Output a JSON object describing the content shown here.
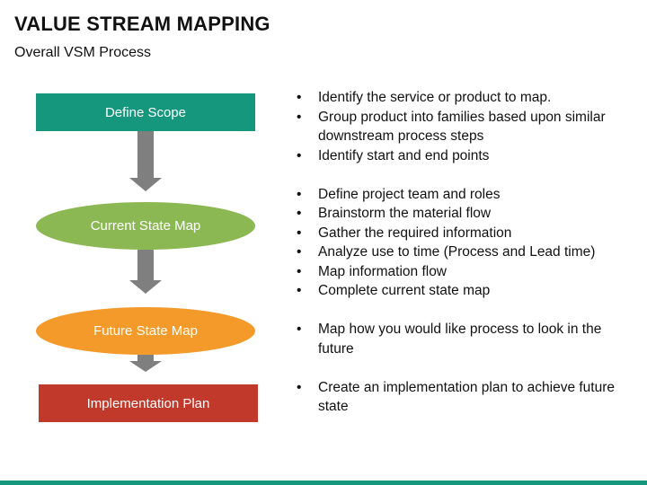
{
  "header": {
    "title": "VALUE STREAM MAPPING",
    "subtitle": "Overall VSM Process"
  },
  "flow": {
    "steps": [
      {
        "label": "Define Scope",
        "shape": "rectangle",
        "color": "#14977d"
      },
      {
        "label": "Current State Map",
        "shape": "ellipse",
        "color": "#8cb853"
      },
      {
        "label": "Future State Map",
        "shape": "ellipse",
        "color": "#f39a2b"
      },
      {
        "label": "Implementation Plan",
        "shape": "rectangle",
        "color": "#c0392b"
      }
    ],
    "arrow_color": "#7f7f7f"
  },
  "bullets": {
    "groups": [
      {
        "items": [
          "Identify the service or product to map.",
          "Group product into families based upon similar downstream process steps",
          "Identify start and end points"
        ]
      },
      {
        "items": [
          "Define project team and roles",
          "Brainstorm the material flow",
          "Gather the required information",
          "Analyze use to time (Process and Lead time)",
          "Map information flow",
          "Complete current state map"
        ]
      },
      {
        "items": [
          "Map how you would like process to look in the future"
        ]
      },
      {
        "items": [
          "Create an implementation plan to achieve future state"
        ]
      }
    ]
  },
  "footer": {
    "bar_color": "#14977d"
  }
}
